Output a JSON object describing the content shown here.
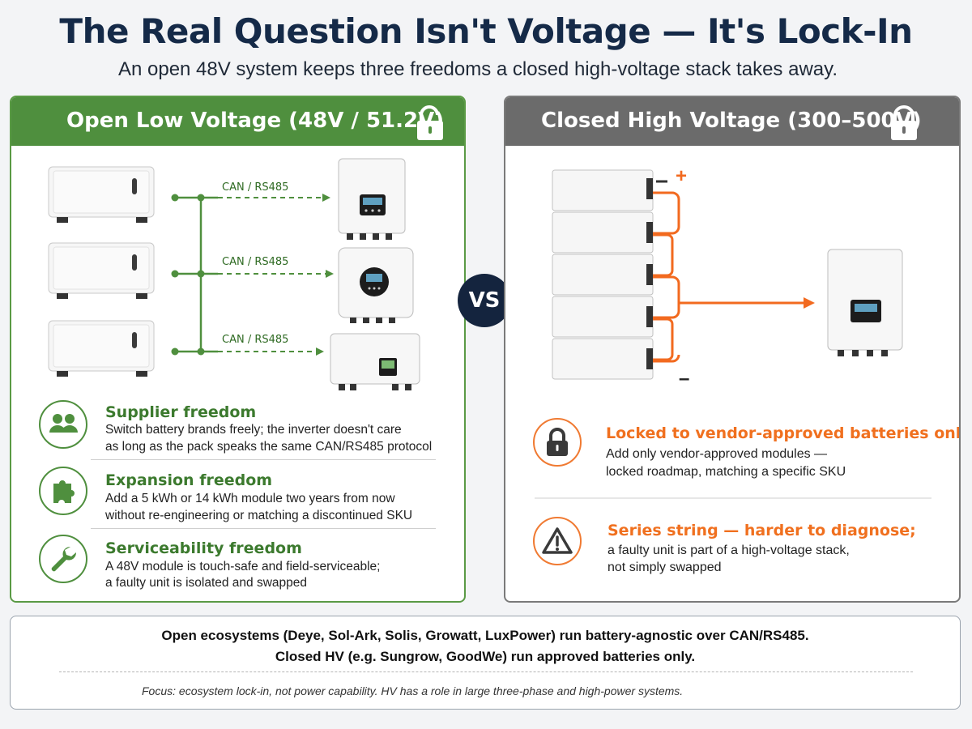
{
  "header": {
    "title": "The Real Question Isn't Voltage — It's Lock-In",
    "subtitle": "An open 48V system keeps three freedoms a closed high-voltage stack takes away."
  },
  "open_panel": {
    "title": "Open Low Voltage (48V / 51.2V)",
    "links": [
      "CAN / RS485",
      "CAN / RS485",
      "CAN / RS485"
    ],
    "features": [
      {
        "icon": "users-icon",
        "title": "Supplier freedom",
        "line1": "Switch battery brands freely; the inverter doesn't care",
        "line2": "as long as the pack speaks the same CAN/RS485 protocol"
      },
      {
        "icon": "puzzle-piece-icon",
        "title": "Expansion freedom",
        "line1": "Add a 5 kWh or 14 kWh module two years from now",
        "line2": "without re-engineering or matching a discontinued SKU"
      },
      {
        "icon": "wrench-icon",
        "title": "Serviceability freedom",
        "line1": "A 48V module is touch-safe and field-serviceable;",
        "line2": "a faulty unit is isolated and swapped"
      }
    ]
  },
  "vs_label": "VS",
  "closed_panel": {
    "title": "Closed High Voltage (300–500V)",
    "plus": "+",
    "minus": "–",
    "items": [
      {
        "icon": "lock-icon",
        "title": "Locked to vendor-approved batteries only",
        "line1": "Add only vendor-approved modules —",
        "line2": "locked roadmap, matching a specific SKU"
      },
      {
        "icon": "warning-triangle-icon",
        "title": "Series string — harder to diagnose;",
        "line1": "a faulty unit is part of a high-voltage stack,",
        "line2": "not simply swapped"
      }
    ]
  },
  "footer": {
    "line1": "Open ecosystems  (Deye, Sol-Ark, Solis, Growatt, LuxPower) run battery-agnostic over CAN/RS485.",
    "line2": "Closed HV  (e.g. Sungrow, GoodWe) run approved batteries only.",
    "note": "Focus: ecosystem lock-in, not power capability. HV has a role in large three-phase and high-power systems."
  },
  "colors": {
    "open_green": "#4f8f3e",
    "closed_gray": "#6b6b6b",
    "warning_orange": "#f0701f",
    "vs_navy": "#14243e",
    "title_navy": "#152a48"
  }
}
